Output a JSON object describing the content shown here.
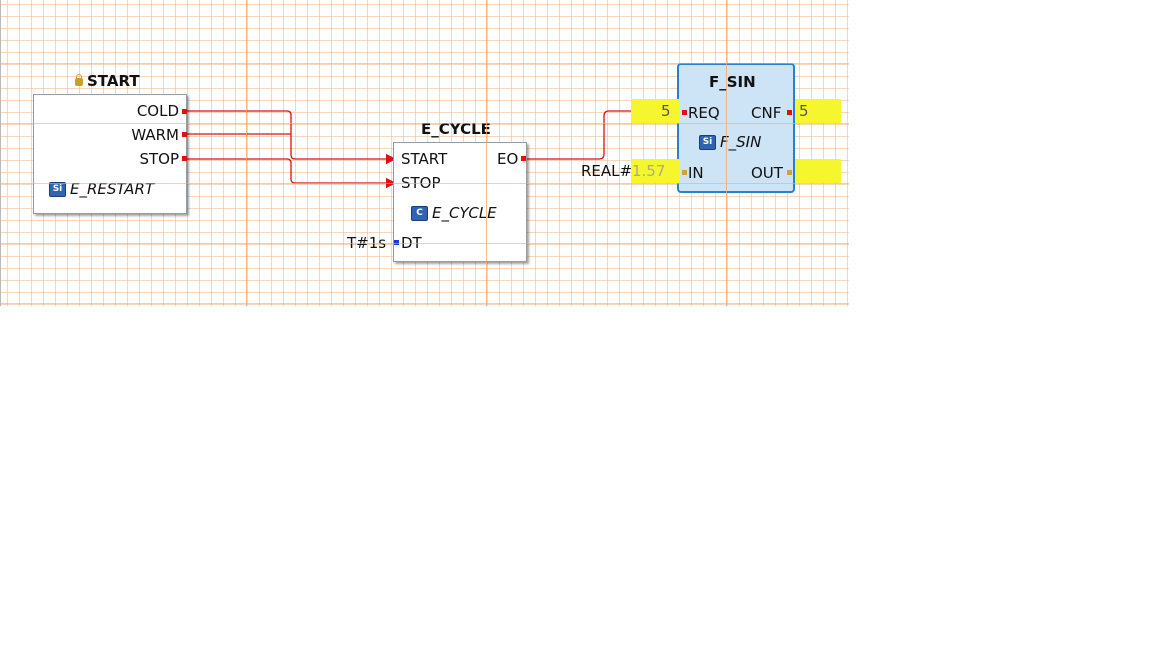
{
  "blocks": {
    "start": {
      "instance_name": "START",
      "type_name": "E_RESTART",
      "type_icon": "Si",
      "outputs": [
        "COLD",
        "WARM",
        "STOP"
      ]
    },
    "e_cycle": {
      "instance_name": "E_CYCLE",
      "type_name": "E_CYCLE",
      "type_icon": "C",
      "event_inputs": [
        "START",
        "STOP"
      ],
      "event_outputs": [
        "EO"
      ],
      "data_inputs": [
        "DT"
      ],
      "dt_value": "T#1s"
    },
    "f_sin": {
      "instance_name": "F_SIN",
      "type_name": "F_SIN",
      "type_icon": "Si",
      "event_inputs": [
        "REQ"
      ],
      "event_outputs": [
        "CNF"
      ],
      "data_inputs": [
        "IN"
      ],
      "data_outputs": [
        "OUT"
      ],
      "req_count": "5",
      "cnf_count": "5",
      "in_prefix": "REAL#",
      "in_value": "1.57",
      "out_value": ""
    }
  },
  "colors": {
    "event_pin": "#e01010",
    "data_pin": "#1a3ad8",
    "watch_highlight": "#f6f62e",
    "selection": "#2c7fd0",
    "selected_fill": "#cde3f6"
  }
}
